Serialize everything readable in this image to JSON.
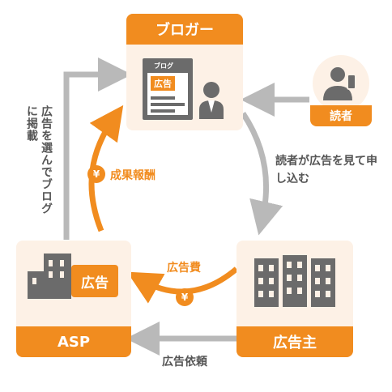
{
  "blogger": {
    "title": "ブロガー",
    "site_label": "ブログ",
    "ad_label": "広告"
  },
  "reader": {
    "label": "読者"
  },
  "asp": {
    "title": "ASP",
    "ad_label": "広告"
  },
  "advertiser": {
    "title": "広告主"
  },
  "edges": {
    "reader_to_blogger": "",
    "reader_apply": "読者が広告を見て申し込む",
    "asp_to_blogger": "広告を選んでブログに掲載",
    "reward": "成果報酬",
    "ad_fee": "広告費",
    "ad_request": "広告依頼"
  },
  "currency_symbol": "¥",
  "colors": {
    "accent": "#f18c1f",
    "card_bg": "#fdf1e6",
    "arrow_gray": "#b9b9b9",
    "icon_gray": "#6b6b6b"
  }
}
